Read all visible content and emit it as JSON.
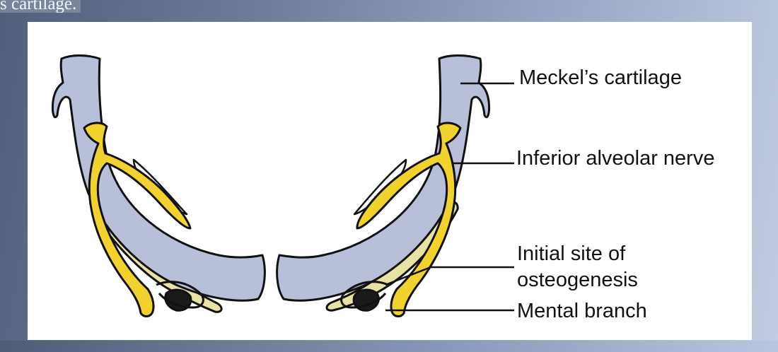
{
  "caption": {
    "text": "s cartilage."
  },
  "labels": {
    "meckels_cartilage": "Meckel’s cartilage",
    "inferior_alveolar_nerve": "Inferior alveolar nerve",
    "initial_site_line1": "Initial site of",
    "initial_site_line2": "osteogenesis",
    "mental_branch": "Mental branch"
  },
  "colors": {
    "cartilage": "#b8bfd9",
    "nerve": "#f2d32e",
    "bone": "#e8e3a4",
    "ossification_center": "#1a1a1a",
    "outline": "#111111"
  }
}
